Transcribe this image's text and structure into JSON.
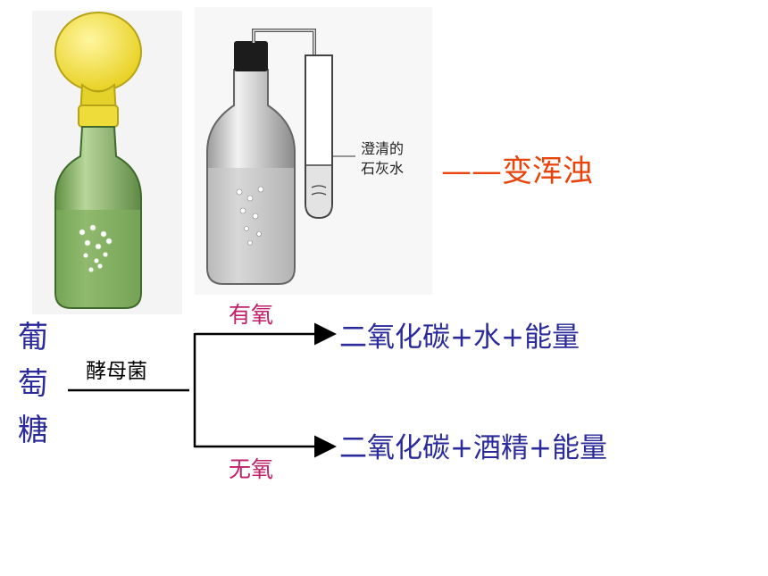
{
  "glucose": [
    "葡",
    "萄",
    "糖"
  ],
  "enzyme": "酵母菌",
  "aerobic": {
    "condition": "有氧",
    "products": "二氧化碳+水+能量"
  },
  "anaerobic": {
    "condition": "无氧",
    "products": "二氧化碳+酒精+能量"
  },
  "experiment": {
    "test_tube_label": [
      "澄清的",
      "石灰水"
    ],
    "result_dash": "——",
    "result": "变浑浊"
  },
  "colors": {
    "product_text": "#2a2a9a",
    "condition_text": "#c0206a",
    "result_text": "#e8430a",
    "balloon": "#f3e23a",
    "bottle_green": "#8fba6e"
  }
}
